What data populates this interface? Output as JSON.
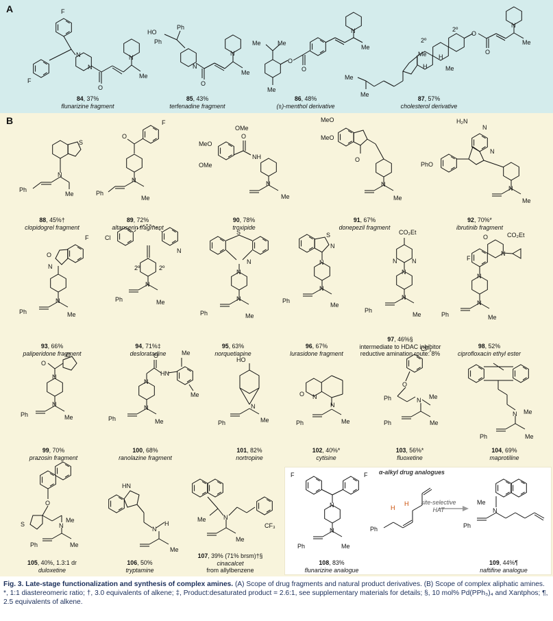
{
  "panel_labels": {
    "a": "A",
    "b": "B"
  },
  "inset_title": "α-alkyl drug analogues",
  "hat_label": "site-selective HAT",
  "compounds": [
    {
      "id": "84",
      "yield": "37%",
      "name": "flunarizine fragment"
    },
    {
      "id": "85",
      "yield": "43%",
      "name": "terfenadine fragment"
    },
    {
      "id": "86",
      "yield": "48%",
      "name": "(±)-menthol derivative"
    },
    {
      "id": "87",
      "yield": "57%",
      "name": "cholesterol derivative"
    },
    {
      "id": "88",
      "yield": "45%†",
      "name": "clopidogrel fragment"
    },
    {
      "id": "89",
      "yield": "72%",
      "name": "altanserin fragment"
    },
    {
      "id": "90",
      "yield": "78%",
      "name": "troxipide"
    },
    {
      "id": "91",
      "yield": "67%",
      "name": "donepezil fragment"
    },
    {
      "id": "92",
      "yield": "70%*",
      "name": "ibrutinib fragment"
    },
    {
      "id": "93",
      "yield": "66%",
      "name": "paliperidone fragment"
    },
    {
      "id": "94",
      "yield": "71%‡",
      "name": "desloratadine"
    },
    {
      "id": "95",
      "yield": "63%",
      "name": "norquetiapine"
    },
    {
      "id": "96",
      "yield": "67%",
      "name": "lurasidone fragment"
    },
    {
      "id": "97",
      "yield": "46%§",
      "name": "intermediate to HDAC inhibitor",
      "note": "reductive amination route: 8%"
    },
    {
      "id": "98",
      "yield": "52%",
      "name": "ciprofloxacin ethyl ester"
    },
    {
      "id": "99",
      "yield": "70%",
      "name": "prazosin fragment"
    },
    {
      "id": "100",
      "yield": "68%",
      "name": "ranolazine fragment"
    },
    {
      "id": "101",
      "yield": "82%",
      "name": "nortropine"
    },
    {
      "id": "102",
      "yield": "40%*",
      "name": "cytisine"
    },
    {
      "id": "103",
      "yield": "56%*",
      "name": "fluoxetine"
    },
    {
      "id": "104",
      "yield": "69%",
      "name": "maprotiline"
    },
    {
      "id": "105",
      "yield": "40%, 1.3:1 dr",
      "name": "duloxetine"
    },
    {
      "id": "106",
      "yield": "50%",
      "name": "tryptamine"
    },
    {
      "id": "107",
      "yield": "39% (71% brsm)†§",
      "name": "cinacalcet",
      "note": "from allylbenzene"
    },
    {
      "id": "108",
      "yield": "83%",
      "name": "flunarizine analogue"
    },
    {
      "id": "109",
      "yield": "44%¶",
      "name": "naftifine analogue"
    }
  ],
  "caption": {
    "title": "Fig. 3. Late-stage functionalization and synthesis of complex amines.",
    "body": " (A) Scope of drug fragments and natural product derivatives. (B) Scope of complex aliphatic amines. *, 1:1 diastereomeric ratio; †, 3.0 equivalents of alkene; ‡, Product:desaturated product = 2.6:1, see supplementary materials for details; §, 10 mol% Pd(PPh₃)₄ and Xantphos; ¶, 2.5 equivalents of alkene."
  },
  "atoms": {
    "F": "F",
    "N": "N",
    "O": "O",
    "S": "S",
    "H": "H",
    "Cl": "Cl",
    "HO": "HO",
    "Ph": "Ph",
    "Me": "Me",
    "MeO": "MeO",
    "OMe": "OMe",
    "CF3": "CF₃",
    "H2N": "H₂N",
    "PhO": "PhO",
    "CO2Et": "CO₂Et",
    "NH": "NH",
    "HN": "HN",
    "2o": "2º",
    "iPr_Me": "Me"
  },
  "colors": {
    "panel_a": "#d4ecec",
    "panel_b": "#f8f4dc",
    "caption_text": "#1a2e5a",
    "hat_arrow": "#999999"
  }
}
